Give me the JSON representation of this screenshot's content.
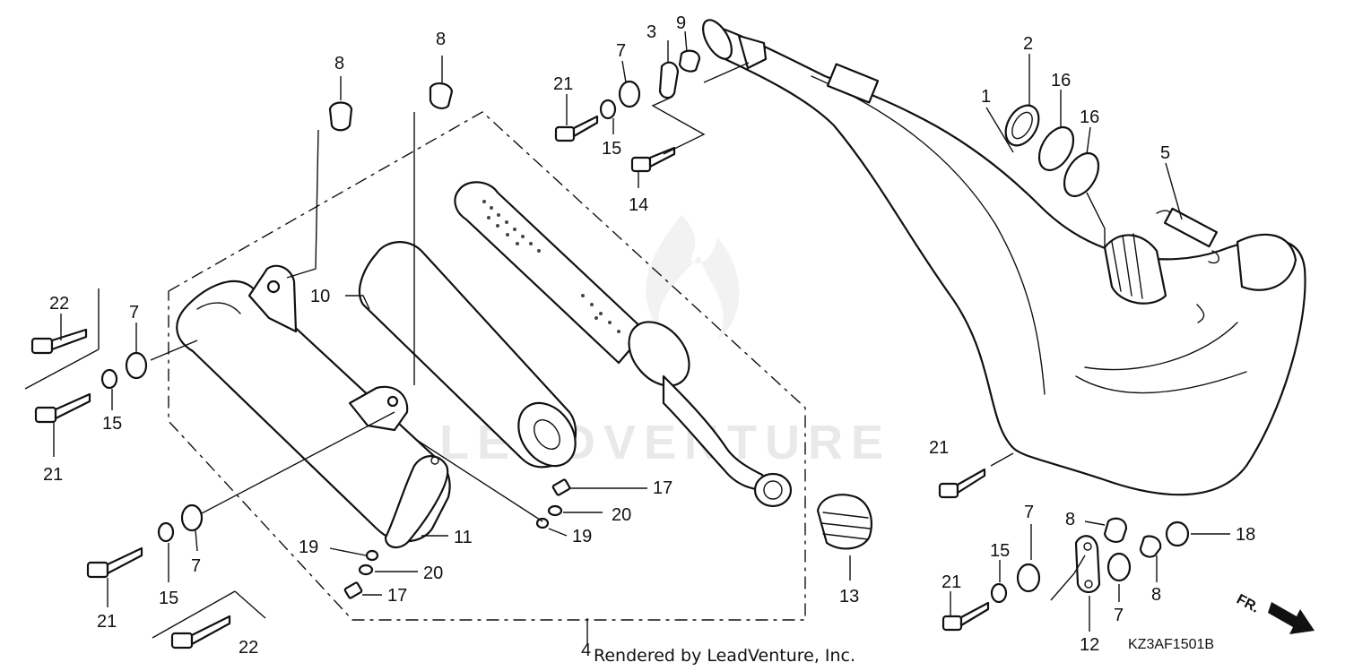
{
  "watermark": {
    "text": "LEADVENTURE"
  },
  "credit": {
    "text": "Rendered by LeadVenture, Inc."
  },
  "diagram_code": "KZ3AF1501B",
  "direction": {
    "label": "FR."
  },
  "callouts": {
    "c1": "1",
    "c2": "2",
    "c3": "3",
    "c4": "4",
    "c5": "5",
    "c7a": "7",
    "c7b": "7",
    "c7c": "7",
    "c7d": "7",
    "c7e": "7",
    "c8a": "8",
    "c8b": "8",
    "c8c": "8",
    "c8d": "8",
    "c9": "9",
    "c10": "10",
    "c11": "11",
    "c12": "12",
    "c13": "13",
    "c14": "14",
    "c15a": "15",
    "c15b": "15",
    "c15c": "15",
    "c15d": "15",
    "c16a": "16",
    "c16b": "16",
    "c17a": "17",
    "c17b": "17",
    "c18": "18",
    "c19a": "19",
    "c19b": "19",
    "c20a": "20",
    "c20b": "20",
    "c21a": "21",
    "c21b": "21",
    "c21c": "21",
    "c21d": "21",
    "c21e": "21",
    "c22a": "22",
    "c22b": "22"
  }
}
